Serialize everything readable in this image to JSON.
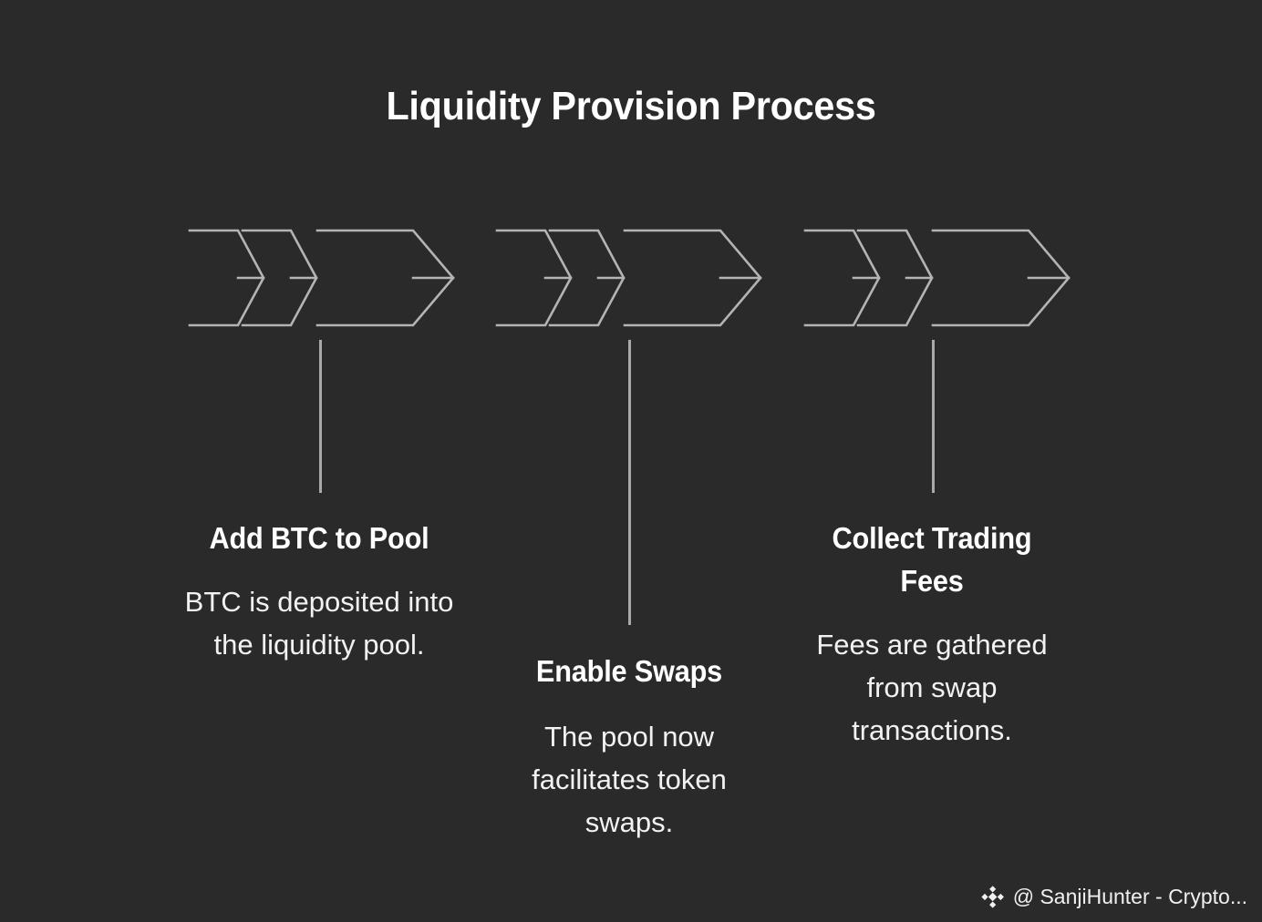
{
  "background_color": "#2b2a2a",
  "line_color": "#b4b4b4",
  "connector_color": "#a9a9a9",
  "text_color": "#ffffff",
  "header": {
    "title": "Liquidity Provision Process"
  },
  "steps": [
    {
      "heading": "Add BTC to Pool",
      "body": "BTC is deposited into the liquidity pool.",
      "arrow_icon": "triple-chevron-right-icon"
    },
    {
      "heading": "Enable Swaps",
      "body": "The pool now facilitates token swaps.",
      "arrow_icon": "triple-chevron-right-icon"
    },
    {
      "heading": "Collect Trading Fees",
      "body": "Fees are gathered from swap transactions.",
      "arrow_icon": "triple-chevron-right-icon"
    }
  ],
  "watermark": {
    "logo_icon": "binance-diamond-icon",
    "text": "@ SanjiHunter - Crypto..."
  }
}
